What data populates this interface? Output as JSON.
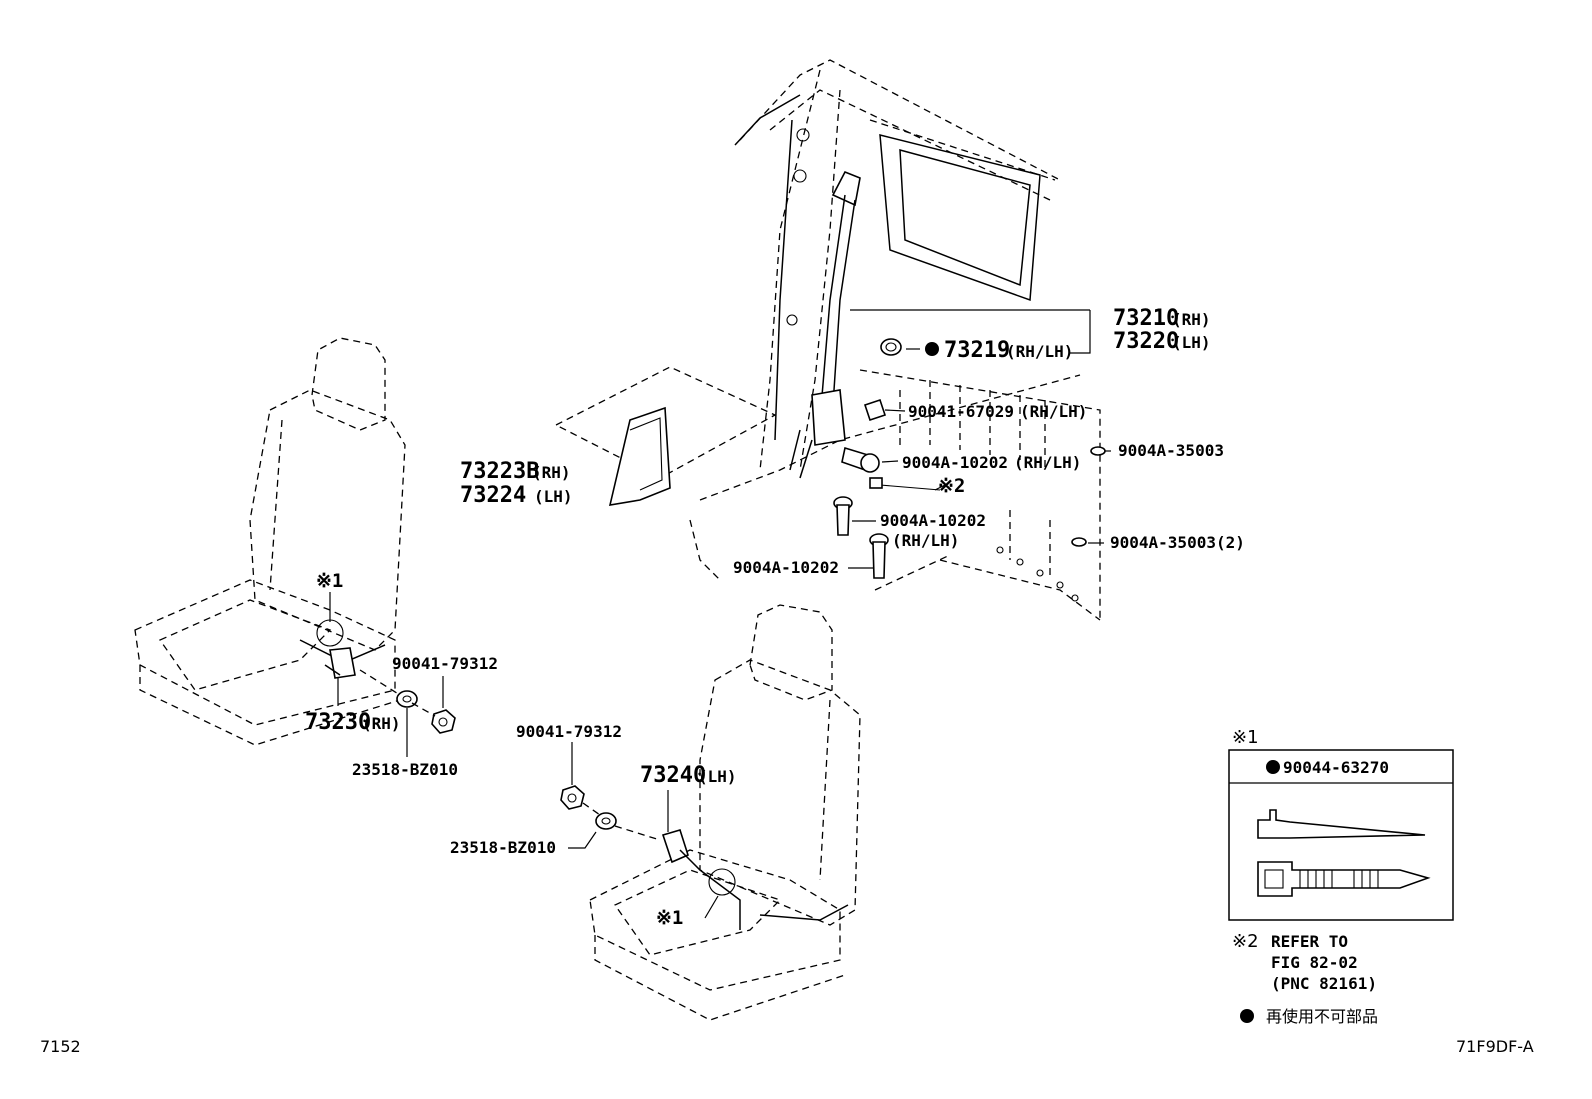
{
  "labels": {
    "belt_outer_rh": "73210",
    "belt_outer_rh_side": "(RH)",
    "belt_outer_lh": "73220",
    "belt_outer_lh_side": "(LH)",
    "grommet_no": "73219",
    "grommet_side": "(RH/LH)",
    "bolt_67029": "90041-67029",
    "bolt_67029_side": "(RH/LH)",
    "bolt_10202_a": "9004A-10202",
    "bolt_10202_a_side": "(RH/LH)",
    "clip_35003": "9004A-35003",
    "clip_35003_qty": "9004A-35003(2)",
    "bolt_10202_b": "9004A-10202",
    "bolt_10202_b_side": "(RH/LH)",
    "bolt_10202_c": "9004A-10202",
    "cover_rh": "73223B",
    "cover_rh_side": "(RH)",
    "cover_lh": "73224",
    "cover_lh_side": "(LH)",
    "ref2_mark": "※2",
    "ref1_mark_rh_seat": "※1",
    "nut_rh": "90041-79312",
    "buckle_rh": "73230",
    "buckle_rh_side": "(RH)",
    "washer_rh": "23518-BZ010",
    "nut_lh": "90041-79312",
    "buckle_lh": "73240",
    "buckle_lh_side": "(LH)",
    "washer_lh": "23518-BZ010",
    "ref1_mark_lh_seat": "※1"
  },
  "inset": {
    "title": "※1",
    "part_no": "90044-63270"
  },
  "note2": {
    "mark": "※2",
    "line1": "REFER TO",
    "line2": "FIG 82-02",
    "line3": "(PNC 82161)"
  },
  "legend": {
    "text": "再使用不可部品"
  },
  "footer": {
    "left_code": "7152",
    "right_code": "71F9DF-A"
  }
}
